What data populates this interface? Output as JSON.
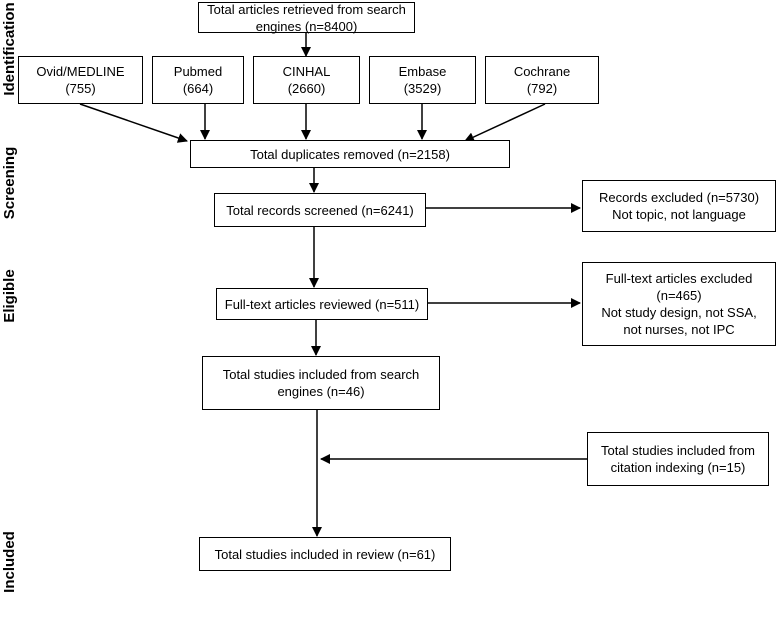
{
  "stages": {
    "identification": "Identification",
    "screening": "Screening",
    "eligible": "Eligible",
    "included": "Included"
  },
  "boxes": {
    "total_retrieved": "Total articles retrieved from search engines (n=8400)",
    "sources": [
      {
        "name": "Ovid/MEDLINE",
        "count": "(755)"
      },
      {
        "name": "Pubmed",
        "count": "(664)"
      },
      {
        "name": "CINHAL",
        "count": "(2660)"
      },
      {
        "name": "Embase",
        "count": "(3529)"
      },
      {
        "name": "Cochrane",
        "count": "(792)"
      }
    ],
    "duplicates": "Total duplicates removed (n=2158)",
    "screened": "Total records screened (n=6241)",
    "excluded_records": {
      "line1": "Records excluded (n=5730)",
      "line2": "Not topic, not language"
    },
    "fulltext_reviewed": "Full-text articles reviewed (n=511)",
    "fulltext_excluded": {
      "line1": "Full-text articles excluded",
      "line2": "(n=465)",
      "line3": "Not study design, not SSA,",
      "line4": "not nurses, not IPC"
    },
    "included_search": {
      "line1": "Total studies included from search",
      "line2": "engines (n=46)"
    },
    "citation": {
      "line1": "Total studies included from",
      "line2": "citation indexing (n=15)"
    },
    "included_review": "Total studies included in review (n=61)"
  }
}
